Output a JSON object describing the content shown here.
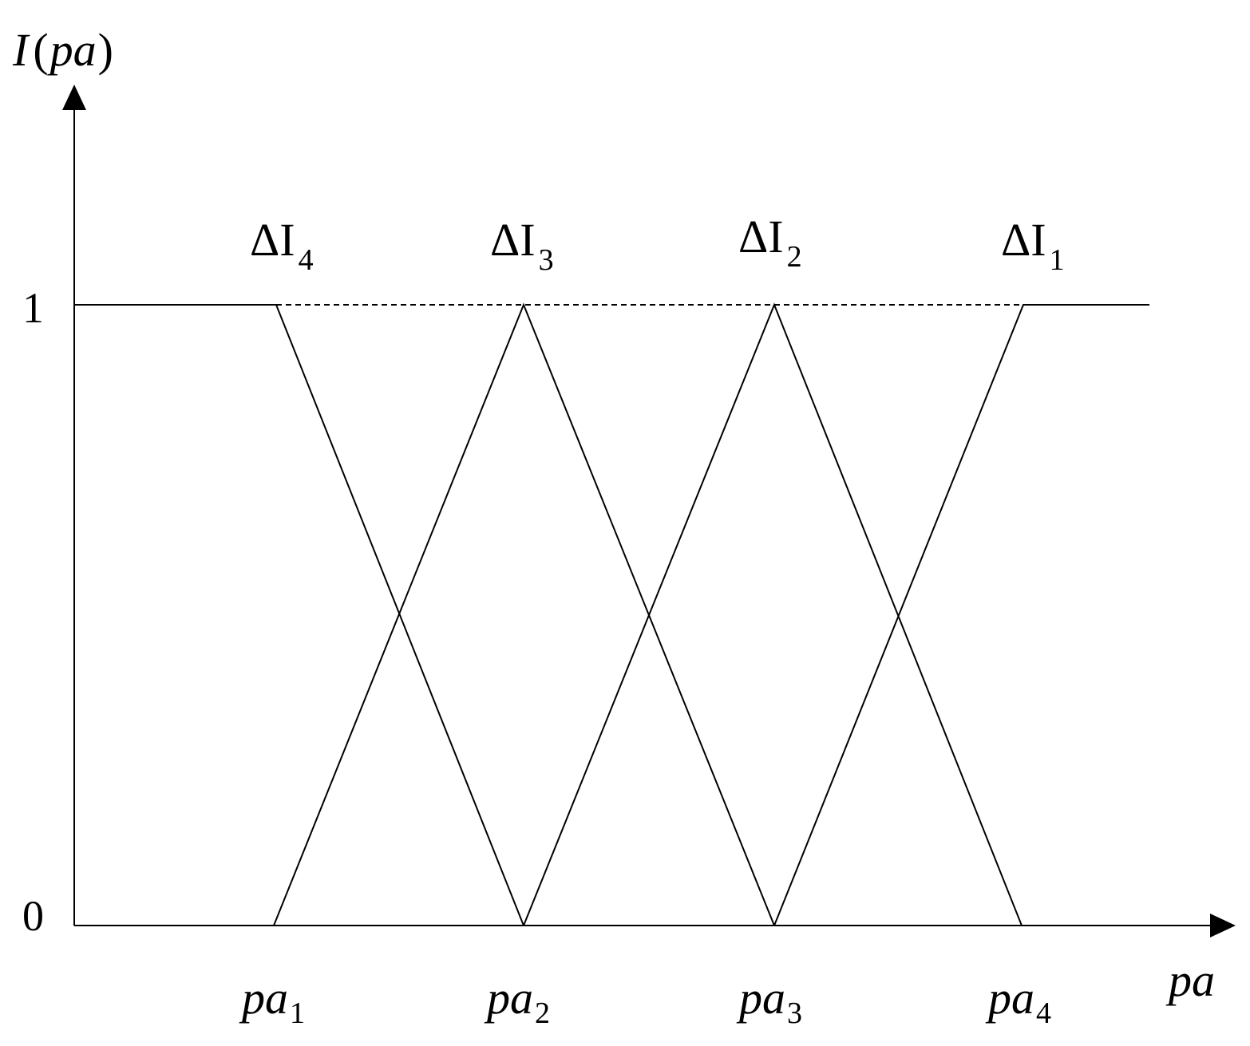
{
  "axes": {
    "y_label": {
      "main": "I",
      "open": "(",
      "arg": "pa",
      "close": ")"
    },
    "x_label": "pa",
    "y_ticks": [
      "1",
      "0"
    ]
  },
  "membership_labels": [
    {
      "name": "ΔI",
      "sub": "4"
    },
    {
      "name": "ΔI",
      "sub": "3"
    },
    {
      "name": "ΔI",
      "sub": "2"
    },
    {
      "name": "ΔI",
      "sub": "1"
    }
  ],
  "points": [
    {
      "name": "pa",
      "sub": "1"
    },
    {
      "name": "pa",
      "sub": "2"
    },
    {
      "name": "pa",
      "sub": "3"
    },
    {
      "name": "pa",
      "sub": "4"
    }
  ],
  "colors": {
    "line": "#000000",
    "background": "#ffffff"
  }
}
